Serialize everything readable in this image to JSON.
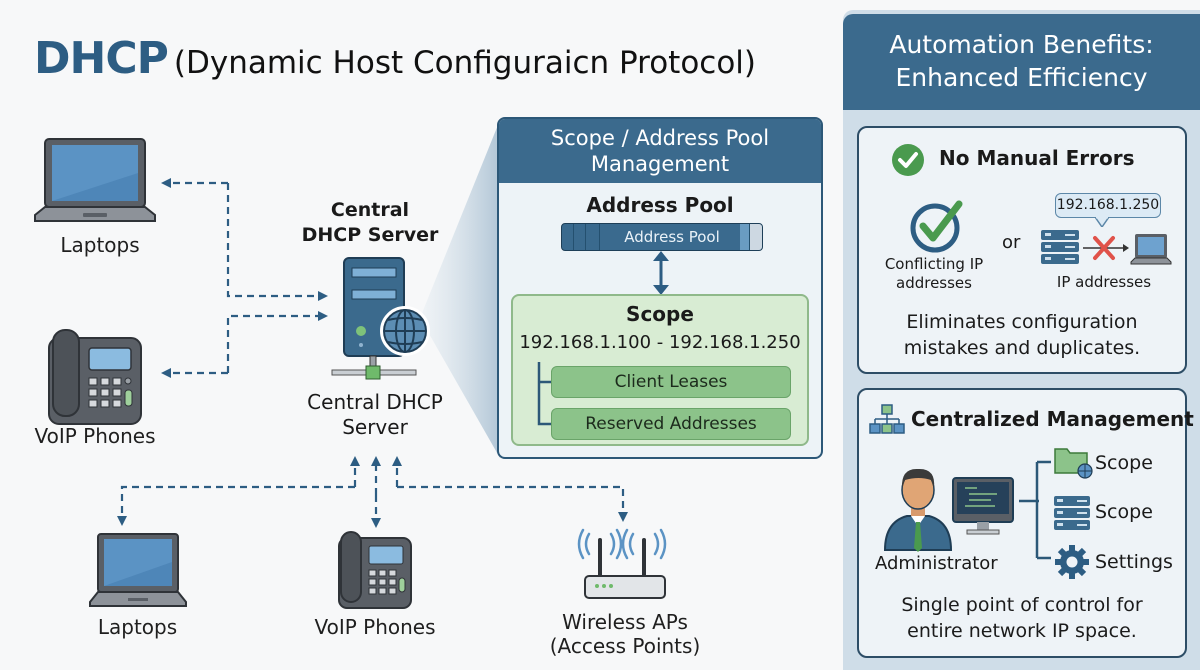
{
  "title": {
    "acronym": "DHCP",
    "full_name": "(Dynamic Host Configuraicn Protocol)"
  },
  "server": {
    "label_top": "Central DHCP Server",
    "label_bottom": "Central DHCP Server"
  },
  "clients": {
    "left": [
      {
        "label": "Laptops",
        "icon": "laptop-icon"
      },
      {
        "label": "VoIP Phones",
        "icon": "voip-phone-icon"
      }
    ],
    "bottom": [
      {
        "label": "Laptops",
        "icon": "laptop-icon"
      },
      {
        "label": "VoIP Phones",
        "icon": "voip-phone-icon"
      },
      {
        "label": "Wireless APs",
        "label2": "(Access Points)",
        "icon": "wireless-router-icon"
      }
    ]
  },
  "scope_panel": {
    "header_line1": "Scope / Address Pool",
    "header_line2": "Management",
    "pool_title": "Address Pool",
    "pool_bar_label": "Address Pool",
    "scope_title": "Scope",
    "scope_range": "192.168.1.100 - 192.168.1.250",
    "items": [
      "Client Leases",
      "Reserved Addresses"
    ]
  },
  "benefits": {
    "header_line1": "Automation Benefits:",
    "header_line2": "Enhanced Efficiency",
    "no_errors": {
      "title": "No Manual Errors",
      "left_label_line1": "Conflicting IP",
      "left_label_line2": "addresses",
      "or": "or",
      "ip_bubble": "192.168.1.250",
      "right_label": "IP addresses",
      "description_line1": "Eliminates configuration",
      "description_line2": "mistakes and duplicates."
    },
    "centralized": {
      "title": "Centralized Management",
      "admin_label": "Administrator",
      "items": [
        {
          "label": "Scope",
          "icon": "folder-globe-icon"
        },
        {
          "label": "Scope",
          "icon": "server-stack-icon"
        },
        {
          "label": "Settings",
          "icon": "gear-icon"
        }
      ],
      "description_line1": "Single point of control for",
      "description_line2": "entire network IP space."
    }
  },
  "colors": {
    "primary": "#3b6a8d",
    "title_blue": "#2d5d83",
    "green": "#8cc38a",
    "check_green": "#4a9a4e",
    "error_red": "#e0524a",
    "panel_bg": "#cfdde8"
  }
}
